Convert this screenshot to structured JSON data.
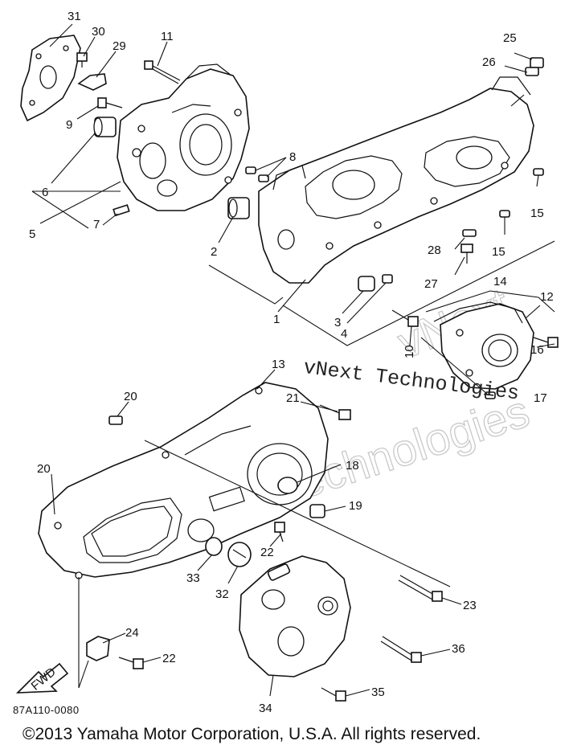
{
  "diagram": {
    "callouts": {
      "c1": "1",
      "c2": "2",
      "c3": "3",
      "c4": "4",
      "c5": "5",
      "c6": "6",
      "c7": "7",
      "c8": "8",
      "c9": "9",
      "c10": "10",
      "c11": "11",
      "c12": "12",
      "c13": "13",
      "c14": "14",
      "c15a": "15",
      "c15b": "15",
      "c16": "16",
      "c17": "17",
      "c18": "18",
      "c19": "19",
      "c20a": "20",
      "c20b": "20",
      "c21": "21",
      "c22a": "22",
      "c22b": "22",
      "c23": "23",
      "c24": "24",
      "c25": "25",
      "c26": "26",
      "c27": "27",
      "c28": "28",
      "c29": "29",
      "c30": "30",
      "c31": "31",
      "c32": "32",
      "c33": "33",
      "c34": "34",
      "c35": "35",
      "c36": "36"
    },
    "fwd_label": "FWD",
    "watermark_large_1": "vNext",
    "watermark_large_2": "Technologies",
    "watermark_small": "vNext Technologies",
    "diagram_code": "87A110-0080"
  },
  "footer": {
    "copyright": "©2013 Yamaha Motor Corporation, U.S.A. All rights reserved."
  }
}
